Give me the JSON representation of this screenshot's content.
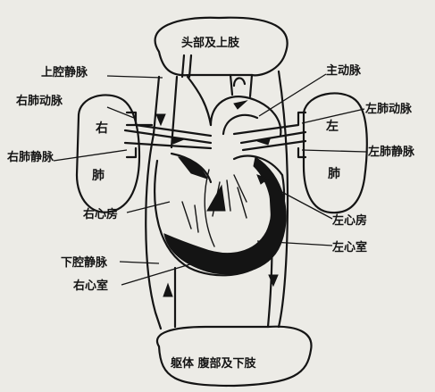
{
  "labels": {
    "head": "头部及上肢",
    "body": "躯体 腹部及下肢",
    "superior_vena_cava": "上腔静脉",
    "aorta": "主动脉",
    "right_pulmonary_artery": "右肺动脉",
    "left_pulmonary_artery": "左肺动脉",
    "right_pulmonary_vein": "右肺静脉",
    "left_pulmonary_vein": "左肺静脉",
    "right_atrium": "右心房",
    "left_atrium": "左心房",
    "left_ventricle": "左心室",
    "inferior_vena_cava": "下腔静脉",
    "right_ventricle": "右心室",
    "right_lung_top": "右",
    "right_lung_bottom": "肺",
    "left_lung_top": "左",
    "left_lung_bottom": "肺"
  }
}
